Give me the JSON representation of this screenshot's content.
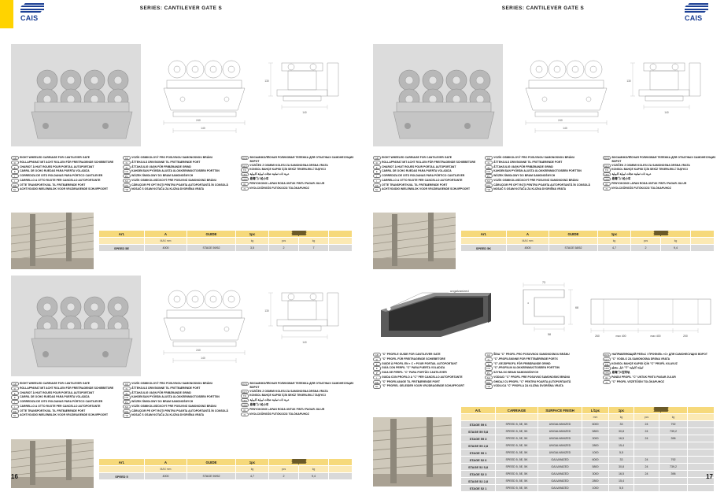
{
  "document": {
    "series_title": "SERIES: CANTILEVER GATE S",
    "brand": "CAIS",
    "page_left": "16",
    "page_right": "17"
  },
  "legend_carriage": {
    "entries": [
      {
        "code": "GB",
        "text": "EIGHT WHEELED CARRIAGE FOR CANTILEVER GATE"
      },
      {
        "code": "D",
        "text": "ROLLAPPARAT MIT ACHT ROLLEN FÜR FREITRAGENDE SCHIEBETORE"
      },
      {
        "code": "F",
        "text": "CHARIOT À HUIT ROUES POUR PORTAIL AUTOPORTANT"
      },
      {
        "code": "E",
        "text": "CARRIL DE OCHO RUEDAS PARA PUERTA VOLADIZA"
      },
      {
        "code": "I",
        "text": "CORREDIZA DE OITO ROLDANAS PARA PÓRTICO CANTILEVER"
      },
      {
        "code": "I",
        "text": "CARRELLO A OTTO RUOTE PER CANCELLO AUTOPORTANTE"
      },
      {
        "code": "DK",
        "text": "OTTE TRANSPORTHJUL TIL FRITBÆRENDE PORT"
      },
      {
        "code": "NL",
        "text": "ACHTVOUDIG WIELENBLOK VOOR VRIJDRAGENDE SCHUIFPOORT"
      }
    ],
    "entries2": [
      {
        "code": "CZ",
        "text": "VOZÍK OSMIKOLOVÝ PRO POSUVNOU SAMONOSNOU BRÁNU"
      },
      {
        "code": "N",
        "text": "ÅTTEHJULS DRIVSKINNE TIL FRITTBÆRENDE PORT"
      },
      {
        "code": "N",
        "text": "ÅTTAHJULIG VAGN FÖR FRIBÄRANDE GRIND"
      },
      {
        "code": "FIN",
        "text": "KAHDEKSAN PYÖRÄN ALUSTA ULOKKEENMUOTOISEEN PORTTIIN"
      },
      {
        "code": "PL",
        "text": "WÓZEK ŚMIOŁOWY DO BRAM SAMONOŚNYCH"
      },
      {
        "code": "SK",
        "text": "VOZÍK OSMIKOLUSÍCKOVÝ PRE POSUVNÚ SAMONOSNÚ BRÁNU"
      },
      {
        "code": "RO",
        "text": "CĂRUCIOR PE OPT ROȚI PENTRU POARTA AUTOPORTANTĂ ÎN CONSOLĂ"
      },
      {
        "code": "HR",
        "text": "NOSAČ S OSAM KOTAČA ZA KLIZNA DVORIŠNA VRATA"
      }
    ],
    "entries3": [
      {
        "code": "RUS",
        "text": "ВОСЬМИКОЛЁСНАЯ РОЛИКОВАЯ ТЕЛЕЖКА ДЛЯ ОТКАТНЫХ САМОНЕСУЩИХ ВОРОТ"
      },
      {
        "code": "SLO",
        "text": "VOZIČEK Z OSMIMI KOLESI ZA SAMONOSNA DRSNA VRATA"
      },
      {
        "code": "TR",
        "text": "KONSOL BAHÇE KAPISI İÇİN SEKİZ TEKERLEKLİ TAŞIYICI"
      },
      {
        "code": "ARA",
        "text": "عربة ذات ثمانية عجلات لبوابة كابولية"
      },
      {
        "code": "CHN",
        "text": "悬臂门八轮小车"
      },
      {
        "code": "ID",
        "text": "PENYOKONG LAPAN RODA UNTUK PINTU PAGAR JULUR"
      },
      {
        "code": "H",
        "text": "NYOLCGÖRGŐS FUTÓKOCSI TOLÓKAPUHOZ"
      }
    ]
  },
  "legend_profile": {
    "entries": [
      {
        "code": "GB",
        "text": "\"C\" PROFILE GUIDE FOR CANTILEVER GATE"
      },
      {
        "code": "D",
        "text": "\"C\" PROFIL FÜR FREITRAGENDE SCHIEBETORE"
      },
      {
        "code": "F",
        "text": "GUIDE À PROFIL EN « C » POUR PORTAIL AUTOPORTANT"
      },
      {
        "code": "E",
        "text": "GUÍA CON PERFIL \"C\" PARA PUERTA VOLADIZA"
      },
      {
        "code": "P",
        "text": "GUIA DE PERFIL \"C\" PARA PORTÃO CANTILEVER"
      },
      {
        "code": "I",
        "text": "GUIDA CON PROFILO A \"C\" PER CANCELLO AUTOPORTANTE"
      },
      {
        "code": "DK",
        "text": "\"C\" PROFILVANGE TIL FRITBÆRENDE PORT"
      },
      {
        "code": "NL",
        "text": "\"C\" PROFIEL GELEIDER VOOR VRIJDRAGENDE SCHUIFPOORT"
      }
    ],
    "entries2": [
      {
        "code": "CZ",
        "text": "ŠÍNA \"C\" PROFIL PRO POSUVNOU SAMONOSNOU BRÁNU"
      },
      {
        "code": "N",
        "text": "\"C\"-PROFILSKINNE FOR FRITTBÆRENDE PORTX"
      },
      {
        "code": "S",
        "text": "\"C\"-GEJDPROFIL FÖR FRIBÄRANDE GRIND"
      },
      {
        "code": "FIN",
        "text": "\"C\"-PROFIILIN ULOKKEENMUOTOISEEN PORTTIIN"
      },
      {
        "code": "PL",
        "text": "SZYNA DO BRAM SAMONOŚNYCH"
      },
      {
        "code": "SK",
        "text": "VODIACI \"C\" PROFIL PRE POSUVNÚ SAMONOSNÚ BRÁNU"
      },
      {
        "code": "RO",
        "text": "GHIDAJ CU PROFIL \"C\" PENTRU POARTA AUTOPORTANTĂ"
      },
      {
        "code": "HR",
        "text": "VODILICA \"C\" PROFILA ZA KLIZNA DVORIŠNA VRATA"
      }
    ],
    "entries3": [
      {
        "code": "RUS",
        "text": "НАПРАВЛЯЮЩИЙ РЕЛЬС / ПРОФИЛЬ «С» ДЛЯ САМОНЕСУЩИХ ВОРОТ"
      },
      {
        "code": "SLO",
        "text": "\"C\" VODILO ZA SAMONOSNA DRSNA VRATA"
      },
      {
        "code": "TR",
        "text": "KONSOL BAHÇE KAPISI İÇİN \"C\" PROFİL KILAVUZ"
      },
      {
        "code": "ARA",
        "text": "دليل مقطع \"C\" لبوابة كابولية"
      },
      {
        "code": "CHN",
        "text": "悬臂门C型导轨"
      },
      {
        "code": "ID",
        "text": "PANDU PROFIL \"C\" UNTUK PINTU PAGAR JULUR"
      },
      {
        "code": "H",
        "text": "\"C\" PROFIL VEZETŐSÍN TOLÓKAPUHOZ"
      }
    ]
  },
  "table_speed5e": {
    "headers": [
      "Art.",
      "A",
      "GUIDE",
      "1pc",
      "",
      "",
      ""
    ],
    "subheaders": [
      "",
      "MAX mm",
      "",
      "kg",
      "pcs",
      "kg",
      ""
    ],
    "rows": [
      [
        "SPEED 5E",
        "4000",
        "STAGE 59/52",
        "3,5",
        "2",
        "7",
        ""
      ]
    ]
  },
  "table_speed5k": {
    "headers": [
      "Art.",
      "A",
      "GUIDE",
      "1pc",
      "",
      "",
      ""
    ],
    "subheaders": [
      "",
      "MAX mm",
      "",
      "kg",
      "pcs",
      "kg",
      ""
    ],
    "rows": [
      [
        "SPEED 5K",
        "4500",
        "STAGE 58/52",
        "4,7",
        "2",
        "9,4",
        ""
      ]
    ]
  },
  "table_speed5": {
    "headers": [
      "Art.",
      "A",
      "GUIDE",
      "1pc",
      "",
      "",
      ""
    ],
    "subheaders": [
      "",
      "MAX mm",
      "",
      "kg",
      "pcs",
      "kg",
      ""
    ],
    "rows": [
      [
        "SPEED 5",
        "4000",
        "STAGE 59/52",
        "4,7",
        "2",
        "9,4",
        ""
      ]
    ]
  },
  "table_stage": {
    "headers": [
      "Art.",
      "CARRIAGE",
      "SURFACE FINISH",
      "L/1pc",
      "1pc",
      "",
      "",
      ""
    ],
    "subheaders": [
      "",
      "",
      "",
      "mm",
      "kg",
      "pcs",
      "kg",
      ""
    ],
    "rows": [
      [
        "STAGE 59 6",
        "SPEED 5, 5E, 5K",
        "UNGALVANIZED",
        "6000",
        "33",
        "24",
        "792",
        ""
      ],
      [
        "STAGE 59 5,8",
        "SPEED 5, 5E, 5K",
        "UNGALVANIZED",
        "5800",
        "30,8",
        "24",
        "739,2",
        ""
      ],
      [
        "STAGE 59 3",
        "SPEED 5, 5E, 5K",
        "UNGALVANIZED",
        "3000",
        "16,5",
        "24",
        "396",
        ""
      ],
      [
        "STAGE 59 2,8",
        "SPEED 5, 5E, 5K",
        "UNGALVANIZED",
        "2800",
        "15,4",
        "",
        "",
        ""
      ],
      [
        "STAGE 59 1",
        "SPEED 5, 5E, 5K",
        "UNGALVANIZED",
        "1000",
        "5,5",
        "",
        "",
        ""
      ],
      [
        "STAGE 52 6",
        "SPEED 5, 5E, 5K",
        "GALVANIZED",
        "6000",
        "33",
        "24",
        "792",
        ""
      ],
      [
        "STAGE 52 5,8",
        "SPEED 5, 5E, 5K",
        "GALVANIZED",
        "5800",
        "30,8",
        "24",
        "739,2",
        ""
      ],
      [
        "STAGE 52 3",
        "SPEED 5, 5E, 5K",
        "GALVANIZED",
        "3000",
        "16,5",
        "24",
        "396",
        ""
      ],
      [
        "STAGE 52 2,8",
        "SPEED 5, 5E, 5K",
        "GALVANIZED",
        "2800",
        "15,4",
        "",
        "",
        ""
      ],
      [
        "STAGE 52 1",
        "SPEED 5, 5E, 5K",
        "GALVANIZED",
        "1000",
        "5,5",
        "",
        "",
        ""
      ]
    ]
  },
  "annotations": {
    "ungalvanized": "ungalvanized",
    "dims_carriage": [
      "240",
      "140",
      "130",
      "60",
      "115"
    ],
    "dims_profile": [
      "73",
      "58",
      "68",
      "4"
    ],
    "profile_lengths": [
      "260",
      "max 400",
      "max 400",
      "200"
    ]
  }
}
